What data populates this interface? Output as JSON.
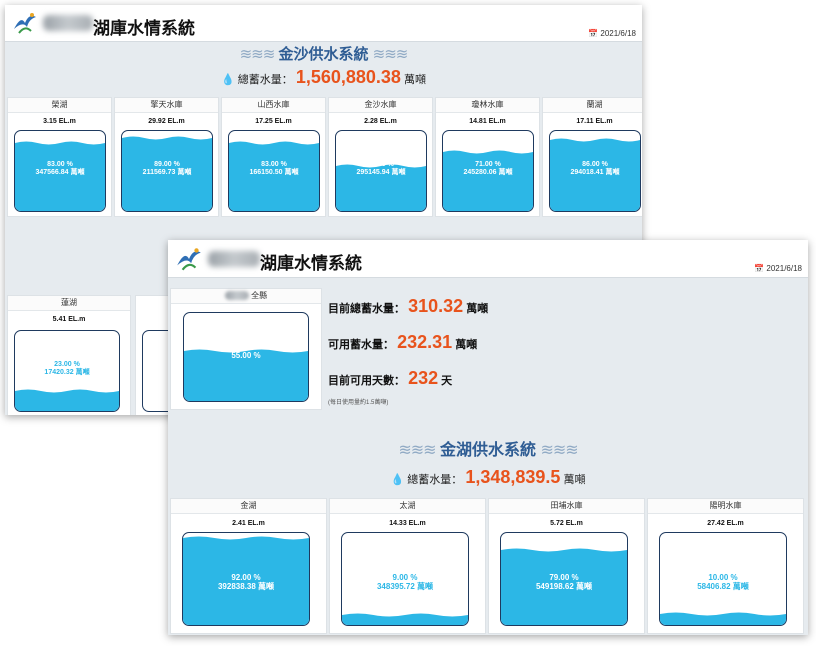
{
  "back": {
    "header_title": "湖庫水情系統",
    "date": "2021/6/18",
    "system_title": "金沙供水系統",
    "total_label": "總蓄水量：",
    "total_value": "1,560,880.38",
    "total_unit": "萬噸",
    "reservoirs": [
      {
        "name": "榮湖",
        "level": "3.15 EL.m",
        "percent": 83.0,
        "percent_text": "83.00 %",
        "volume": "347566.84 萬噸"
      },
      {
        "name": "擎天水庫",
        "level": "29.92 EL.m",
        "percent": 89.0,
        "percent_text": "89.00 %",
        "volume": "211569.73 萬噸"
      },
      {
        "name": "山西水庫",
        "level": "17.25 EL.m",
        "percent": 83.0,
        "percent_text": "83.00 %",
        "volume": "166150.50 萬噸"
      },
      {
        "name": "金沙水庫",
        "level": "2.28 EL.m",
        "percent": 54.0,
        "percent_text": "54.00 %",
        "volume": "295145.94 萬噸"
      },
      {
        "name": "瓊林水庫",
        "level": "14.81 EL.m",
        "percent": 71.0,
        "percent_text": "71.00 %",
        "volume": "245280.06 萬噸"
      },
      {
        "name": "蘭湖",
        "level": "17.11 EL.m",
        "percent": 86.0,
        "percent_text": "86.00 %",
        "volume": "294018.41 萬噸"
      }
    ],
    "lower": {
      "name": "蓮湖",
      "level": "5.41 EL.m",
      "percent": 23.0,
      "percent_text": "23.00 %",
      "volume": "17420.32 萬噸"
    }
  },
  "front": {
    "header_title": "湖庫水情系統",
    "date": "2021/6/18",
    "county_label": "全縣",
    "county_percent": 55.0,
    "county_percent_text": "55.00 %",
    "stats": [
      {
        "label": "目前總蓄水量：",
        "value": "310.32",
        "unit": "萬噸"
      },
      {
        "label": "可用蓄水量：",
        "value": "232.31",
        "unit": "萬噸"
      },
      {
        "label": "目前可用天數：",
        "value": "232",
        "unit": "天"
      }
    ],
    "note": "(每日使用量約1.5萬噸)",
    "system_title": "金湖供水系統",
    "total_label": "總蓄水量：",
    "total_value": "1,348,839.5",
    "total_unit": "萬噸",
    "reservoirs": [
      {
        "name": "金湖",
        "level": "2.41 EL.m",
        "percent": 92.0,
        "percent_text": "92.00 %",
        "volume": "392838.38 萬噸"
      },
      {
        "name": "太湖",
        "level": "14.33 EL.m",
        "percent": 9.0,
        "percent_text": "9.00 %",
        "volume": "348395.72 萬噸"
      },
      {
        "name": "田埔水庫",
        "level": "5.72 EL.m",
        "percent": 79.0,
        "percent_text": "79.00 %",
        "volume": "549198.62 萬噸"
      },
      {
        "name": "陽明水庫",
        "level": "27.42 EL.m",
        "percent": 10.0,
        "percent_text": "10.00 %",
        "volume": "58406.82 萬噸"
      }
    ]
  },
  "icons": {
    "calendar": "calendar-icon",
    "drop": "water-drop-icon",
    "logo": "bird-logo-icon"
  },
  "colors": {
    "accent": "#e8531c",
    "water": "#2cb7e6",
    "title_blue": "#2f5d94",
    "tank_border": "#1f3a5f"
  }
}
